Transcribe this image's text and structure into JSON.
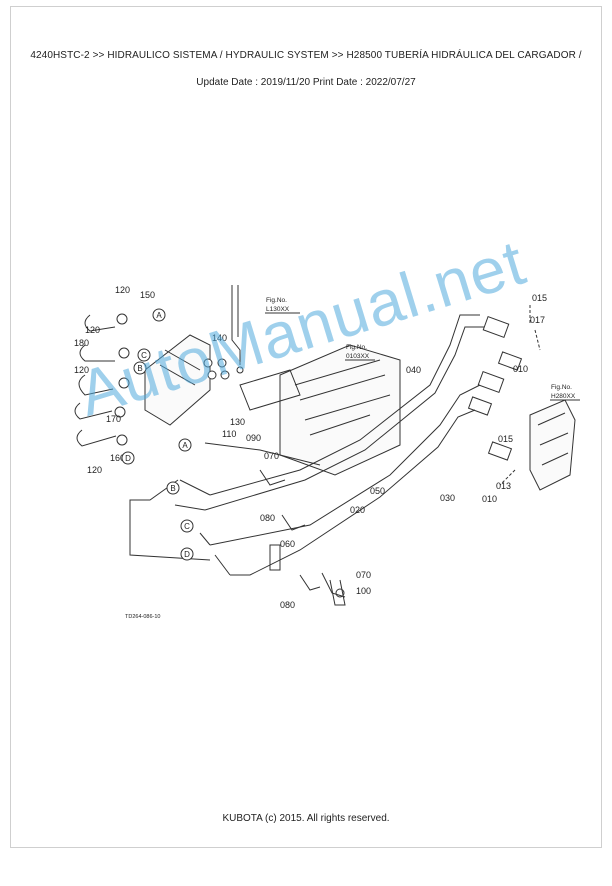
{
  "header": {
    "title": "4240HSTC-2 >> HIDRAULICO SISTEMA / HYDRAULIC SYSTEM >> H28500   TUBERÍA HIDRÁULICA DEL CARGADOR /",
    "dates": "Update Date : 2019/11/20   Print Date : 2022/07/27"
  },
  "diagram": {
    "part_labels": {
      "p120a": "120",
      "p150": "150",
      "p120b": "120",
      "p180": "180",
      "p120c": "120",
      "p170": "170",
      "p160": "160",
      "p120d": "120",
      "p140": "140",
      "p110": "110",
      "p130": "130",
      "p090": "090",
      "p070a": "070",
      "p080a": "080",
      "p060": "060",
      "p020": "020",
      "p050": "050",
      "p040": "040",
      "p030": "030",
      "p070b": "070",
      "p100": "100",
      "p080b": "080",
      "p015a": "015",
      "p017": "017",
      "p010a": "010",
      "p015b": "015",
      "p013": "013",
      "p010b": "010"
    },
    "callouts": {
      "A1": "A",
      "C1": "C",
      "B1": "B",
      "D1": "D",
      "A2": "A",
      "B2": "B",
      "C2": "C",
      "D2": "D"
    },
    "fig_refs": {
      "ref1_title": "Fig.No.",
      "ref1_code": "L130XX",
      "ref2_title": "Fig.No.",
      "ref2_code": "0103XX",
      "ref3_title": "Fig.No.",
      "ref3_code": "H280XX"
    },
    "drawing_code": "TD264-086-10"
  },
  "watermark": "AutoManual.net",
  "footer": "KUBOTA (c) 2015. All rights reserved."
}
